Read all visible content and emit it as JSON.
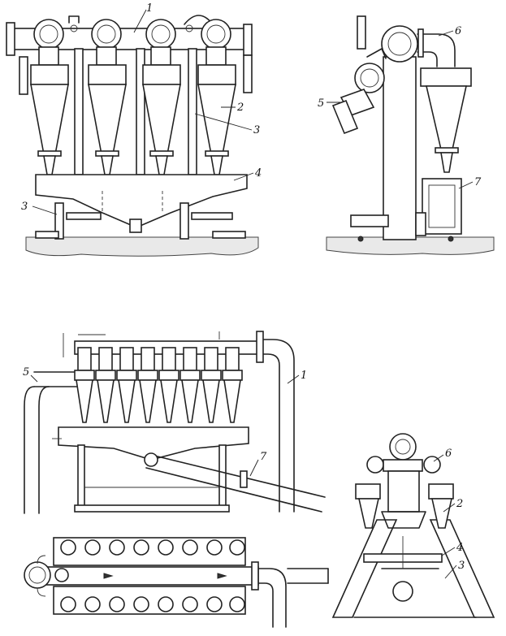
{
  "labels": {
    "view_front_top": [
      "1",
      "2",
      "3",
      "3",
      "4"
    ],
    "view_side_top": [
      "6",
      "5",
      "7"
    ],
    "view_front_bottom": [
      "5",
      "1",
      "7"
    ],
    "view_end_bottom": [
      "6",
      "2",
      "4",
      "3"
    ]
  },
  "colors": {
    "line": "#222222",
    "ground": "#e9e9e9",
    "paper": "#ffffff"
  }
}
